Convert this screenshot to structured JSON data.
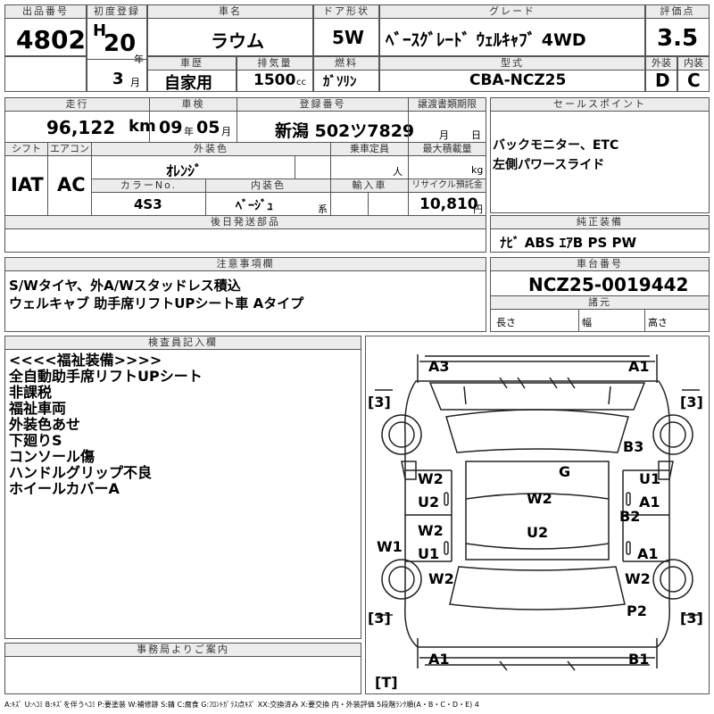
{
  "header": {
    "lot_no_label": "出品番号",
    "lot_no": "4802",
    "first_reg_label": "初度登録",
    "era": "H",
    "year": "20",
    "year_unit": "年",
    "month": "3",
    "month_unit": "月",
    "name_label": "車名",
    "name": "ラウム",
    "door_label": "ドア形状",
    "door": "5W",
    "grade_label": "グレード",
    "grade": "ﾍﾞｰｽｸﾞﾚｰﾄﾞ ｳｪﾙｷｬﾌﾞ 4WD",
    "score_label": "評価点",
    "score": "3.5",
    "exterior_label": "外装",
    "exterior": "D",
    "interior_label": "内装",
    "interior": "C",
    "history_label": "車歴",
    "history": "自家用",
    "displacement_label": "排気量",
    "displacement": "1500",
    "displacement_unit": "cc",
    "fuel_label": "燃料",
    "fuel": "ｶﾞｿﾘﾝ",
    "model_label": "型式",
    "model": "CBA-NCZ25"
  },
  "row2": {
    "mileage_label": "走行",
    "mileage": "96,122",
    "mileage_unit": "km",
    "inspection_label": "車検",
    "insp_year": "09",
    "insp_year_unit": "年",
    "insp_month": "05",
    "insp_month_unit": "月",
    "registration_label": "登録番号",
    "registration": "新潟 502ツ7829",
    "transfer_label": "譲渡書類期限",
    "transfer_month_unit": "月",
    "transfer_day_unit": "日",
    "shift_label": "シフト",
    "shift": "IAT",
    "ac_label": "エアコン",
    "ac": "AC",
    "color_label": "外装色",
    "color": "ｵﾚﾝｼﾞ",
    "capacity_label": "乗車定員",
    "capacity_unit": "人",
    "load_label": "最大積載量",
    "load_unit": "kg",
    "color_no_label": "カラーNo.",
    "color_no": "4S3",
    "interior_color_label": "内装色",
    "interior_color": "ﾍﾞｰｼﾞｭ",
    "interior_color_suffix": "系",
    "import_label": "輸入車",
    "recycle_label": "リサイクル預託金",
    "recycle": "10,810",
    "recycle_unit": "円",
    "later_parts_label": "後日発送部品"
  },
  "sales": {
    "label": "セールスポイント",
    "line1": "バックモニター、ETC",
    "line2": "左側パワースライド"
  },
  "equipment": {
    "label": "純正装備",
    "value": "ﾅﾋﾞ ABS ｴｱB PS PW"
  },
  "caution": {
    "label": "注意事項欄",
    "line1": "S/Wタイヤ、外A/Wスタッドレス積込",
    "line2": "ウェルキャブ 助手席リフトUPシート車 Aタイプ"
  },
  "chassis": {
    "label": "車台番号",
    "value": "NCZ25-0019442",
    "dims_label": "諸元",
    "length_label": "長さ",
    "width_label": "幅",
    "height_label": "高さ"
  },
  "inspector": {
    "label": "検査員記入欄",
    "lines": [
      "<<<<福祉装備>>>>",
      "全自動助手席リフトUPシート",
      "非課税",
      "福祉車両",
      "外装色あせ",
      "下廻りS",
      "コンソール傷",
      "ハンドルグリップ不良",
      "ホイールカバーA"
    ]
  },
  "office": {
    "label": "事務局よりご案内"
  },
  "diagram": {
    "marks": [
      "A3",
      "A1",
      "[3]",
      "[3]",
      "B3",
      "G",
      "W2",
      "U2",
      "W2",
      "U1",
      "A1",
      "B2",
      "W2",
      "U1",
      "U2",
      "W1",
      "W2",
      "A1",
      "W2",
      "P2",
      "[3]",
      "[3]",
      "A1",
      "B1",
      "[T]"
    ]
  },
  "legend": "A:ｷｽﾞ U:ﾍｺﾐ B:ｷｽﾞを伴うﾍｺﾐ P:要塗装 W:補修跡 S:錆 C:腐食 G:ﾌﾛﾝﾄｶﾞﾗｽ点ｷｽﾞ XX:交換済み X:要交換 内・外装評価 5段階ﾗﾝｸ順(A・B・C・D・E) 4"
}
